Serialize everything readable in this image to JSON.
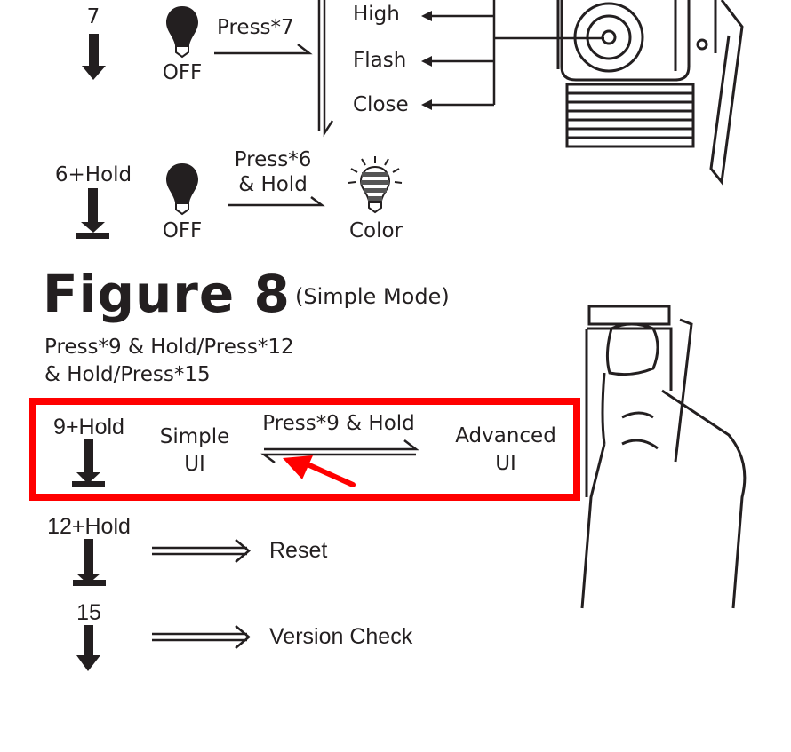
{
  "row7": {
    "count": "7",
    "state": "OFF",
    "action": "Press*7",
    "modes": [
      "High",
      "Flash",
      "Close"
    ]
  },
  "row6": {
    "count": "6+Hold",
    "state": "OFF",
    "action_line1": "Press*6",
    "action_line2": "& Hold",
    "result": "Color"
  },
  "figure": {
    "title": "Figure 8",
    "subtitle": "(Simple Mode)",
    "desc_line1": "Press*9 & Hold/Press*12",
    "desc_line2": "& Hold/Press*15"
  },
  "highlight": {
    "count": "9+Hold",
    "left_line1": "Simple",
    "left_line2": "UI",
    "action": "Press*9 & Hold",
    "right_line1": "Advanced",
    "right_line2": "UI",
    "color": "#ff0000"
  },
  "reset": {
    "count": "12+Hold",
    "result": "Reset"
  },
  "version": {
    "count": "15",
    "result": "Version Check"
  }
}
